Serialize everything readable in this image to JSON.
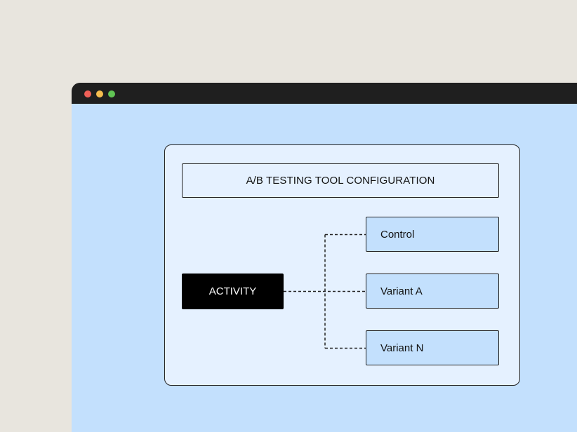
{
  "window": {
    "controls": [
      "close",
      "minimize",
      "maximize"
    ]
  },
  "diagram": {
    "title": "A/B TESTING TOOL CONFIGURATION",
    "activity": "ACTIVITY",
    "variants": [
      "Control",
      "Variant A",
      "Variant N"
    ]
  },
  "colors": {
    "page_background": "#e8e5de",
    "titlebar": "#1f1f1f",
    "content_background": "#c3e0fd",
    "panel_background": "#e5f1ff",
    "activity_box": "#000000",
    "close": "#ee5f57",
    "minimize": "#f5bd4f",
    "maximize": "#60c454"
  }
}
